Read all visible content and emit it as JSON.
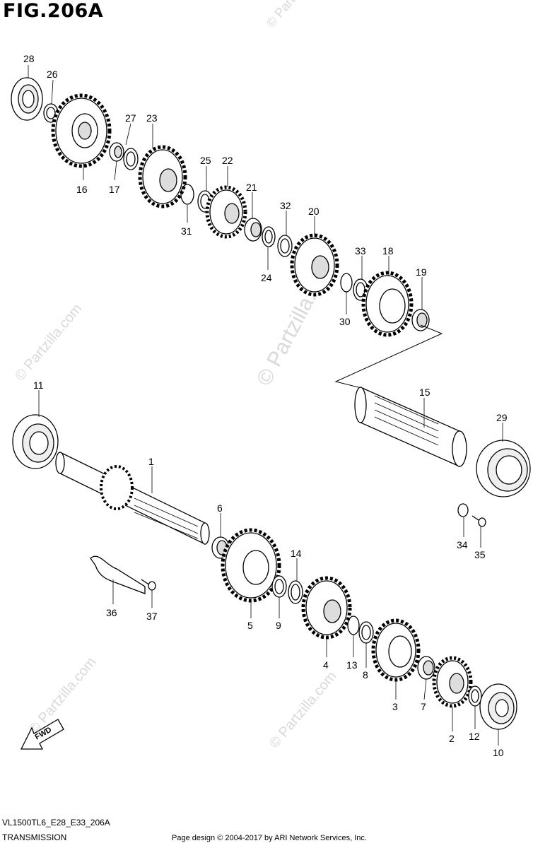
{
  "title": "FIG.206A",
  "footer": {
    "model_code": "VL1500TL6_E28_E33_206A",
    "section": "TRANSMISSION",
    "credit": "Page design © 2004-2017 by ARI Network Services, Inc."
  },
  "watermark": "© Partzilla.com",
  "fwd_label": "FWD",
  "callouts": [
    "28",
    "26",
    "27",
    "23",
    "16",
    "17",
    "25",
    "22",
    "21",
    "31",
    "32",
    "20",
    "24",
    "33",
    "18",
    "19",
    "30",
    "15",
    "29",
    "11",
    "1",
    "6",
    "14",
    "34",
    "35",
    "5",
    "9",
    "4",
    "13",
    "8",
    "36",
    "37",
    "3",
    "7",
    "2",
    "12",
    "10"
  ]
}
